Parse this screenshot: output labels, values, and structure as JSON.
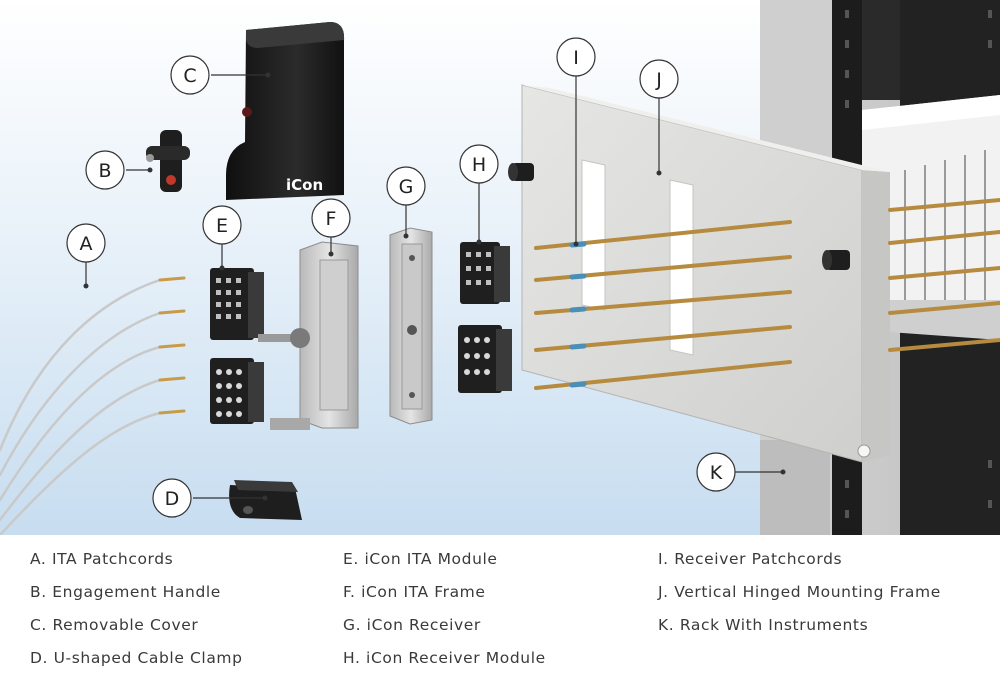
{
  "callouts": {
    "a": "A",
    "b": "B",
    "c": "C",
    "d": "D",
    "e": "E",
    "f": "F",
    "g": "G",
    "h": "H",
    "i": "I",
    "j": "J",
    "k": "K"
  },
  "cover_brand": "iCon",
  "legend": {
    "a": "A.  ITA Patchcords",
    "b": "B.  Engagement Handle",
    "c": "C.  Removable Cover",
    "d": "D.  U-shaped Cable Clamp",
    "e": "E.  iCon ITA Module",
    "f": "F.  iCon ITA Frame",
    "g": "G. iCon Receiver",
    "h": "H.  iCon Receiver Module",
    "i": "I. Receiver Patchcords",
    "j": "J. Vertical Hinged Mounting Frame",
    "k": "K. Rack With Instruments"
  },
  "colors": {
    "background_top": "#ffffff",
    "background_bottom": "#cfe2f2",
    "rack": "#1c1c1c",
    "panel": "#dededc",
    "cover": "#1a1a1a",
    "gold_pin": "#c89b4a",
    "cable": "#c9c9c9"
  }
}
